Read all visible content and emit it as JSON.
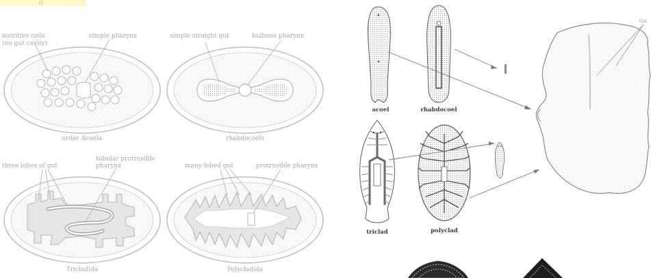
{
  "left_panel": {
    "diagrams": [
      {
        "caption": "order Acoela",
        "labels": [
          "nutritive cells",
          "(no gut cavity)",
          "simple pharynx"
        ]
      },
      {
        "caption": "rhabdocoels",
        "labels": [
          "simple straight gut",
          "bulbous pharynx"
        ]
      },
      {
        "caption": "Tricladida",
        "labels": [
          "three lobes of gut",
          "tubular protrusible",
          "pharynx"
        ]
      },
      {
        "caption": "Polycladida",
        "labels": [
          "many-lobed gut",
          "protrusible pharynx"
        ]
      }
    ]
  },
  "right_panel": {
    "worms": [
      {
        "label": "acoel"
      },
      {
        "label": "rhabdocoel"
      },
      {
        "label": "triclad"
      },
      {
        "label": "polyclad"
      }
    ],
    "corner_label": "Gut"
  }
}
